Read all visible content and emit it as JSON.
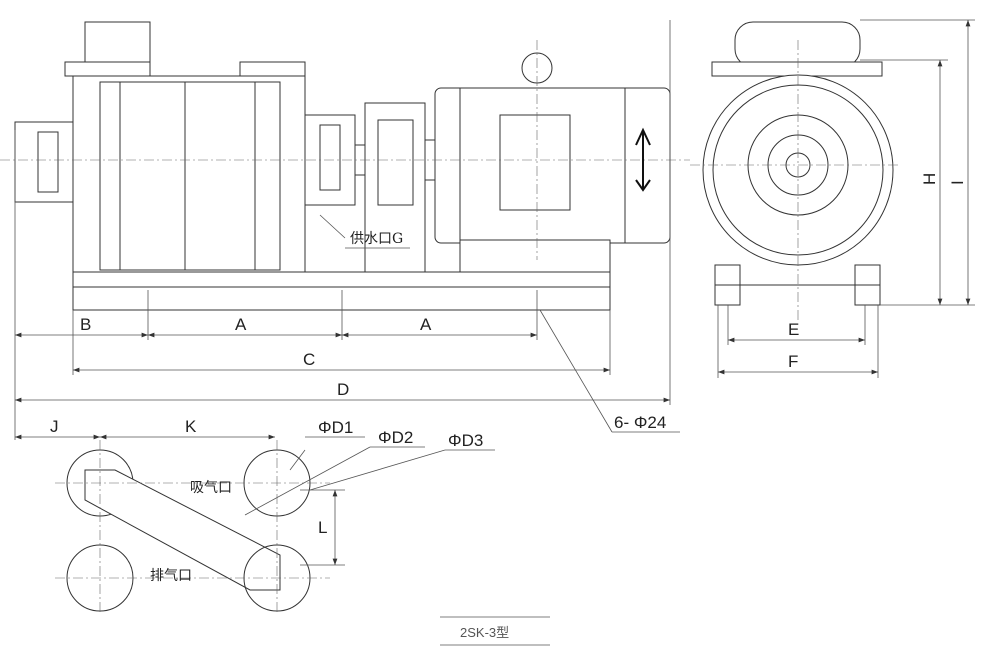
{
  "labels": {
    "B": "B",
    "A1": "A",
    "A2": "A",
    "C": "C",
    "D": "D",
    "J": "J",
    "K": "K",
    "L": "L",
    "E": "E",
    "F": "F",
    "H": "H",
    "I": "I",
    "D1": "ΦD1",
    "D2": "ΦD2",
    "D3": "ΦD3",
    "holes": "6- Φ24",
    "water_inlet": "供水口G",
    "suction": "吸气口",
    "exhaust": "排气口"
  },
  "model": "2SK-3型"
}
